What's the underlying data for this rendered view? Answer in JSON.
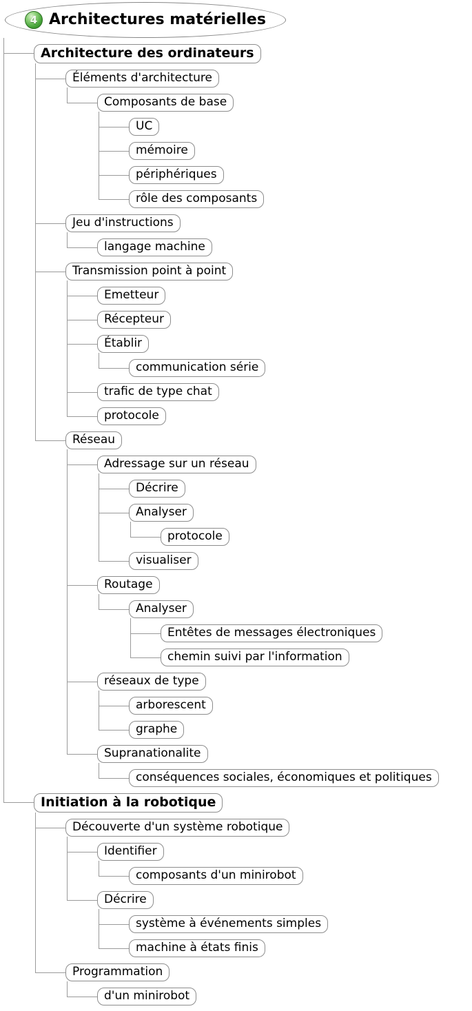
{
  "map": {
    "colors": {
      "background": "#ffffff",
      "line": "#9a9a9a",
      "box_border": "#8d8d8d",
      "text": "#000000",
      "badge_green": "#46a338"
    },
    "root": {
      "label": "Architectures matérielles",
      "badge": "4",
      "icon": "badge-4-icon",
      "shape": "ellipse",
      "bold": true,
      "children": [
        {
          "label": "Architecture des ordinateurs",
          "bold": true,
          "children": [
            {
              "label": "Éléments d'architecture",
              "children": [
                {
                  "label": "Composants de base",
                  "children": [
                    {
                      "label": "UC"
                    },
                    {
                      "label": "mémoire"
                    },
                    {
                      "label": "périphériques"
                    },
                    {
                      "label": "rôle des composants"
                    }
                  ]
                }
              ]
            },
            {
              "label": "Jeu d'instructions",
              "children": [
                {
                  "label": "langage machine"
                }
              ]
            },
            {
              "label": "Transmission point à point",
              "children": [
                {
                  "label": "Emetteur"
                },
                {
                  "label": "Récepteur"
                },
                {
                  "label": "Établir",
                  "children": [
                    {
                      "label": "communication série"
                    }
                  ]
                },
                {
                  "label": "trafic de type chat"
                },
                {
                  "label": "protocole"
                }
              ]
            },
            {
              "label": "Réseau",
              "children": [
                {
                  "label": "Adressage sur un réseau",
                  "children": [
                    {
                      "label": "Décrire"
                    },
                    {
                      "label": "Analyser",
                      "children": [
                        {
                          "label": "protocole"
                        }
                      ]
                    },
                    {
                      "label": "visualiser"
                    }
                  ]
                },
                {
                  "label": "Routage",
                  "children": [
                    {
                      "label": "Analyser",
                      "children": [
                        {
                          "label": "Entêtes de messages électroniques"
                        },
                        {
                          "label": "chemin suivi par l'information"
                        }
                      ]
                    }
                  ]
                },
                {
                  "label": "réseaux de type",
                  "children": [
                    {
                      "label": "arborescent"
                    },
                    {
                      "label": "graphe"
                    }
                  ]
                },
                {
                  "label": "Supranationalite",
                  "children": [
                    {
                      "label": "conséquences sociales, économiques et politiques"
                    }
                  ]
                }
              ]
            }
          ]
        },
        {
          "label": "Initiation à la robotique",
          "bold": true,
          "children": [
            {
              "label": "Découverte d'un système robotique",
              "children": [
                {
                  "label": "Identifier",
                  "children": [
                    {
                      "label": "composants d'un minirobot"
                    }
                  ]
                },
                {
                  "label": "Décrire",
                  "children": [
                    {
                      "label": "système à événements simples"
                    },
                    {
                      "label": "machine à états finis"
                    }
                  ]
                }
              ]
            },
            {
              "label": "Programmation",
              "children": [
                {
                  "label": "d'un minirobot"
                }
              ]
            }
          ]
        }
      ]
    }
  }
}
